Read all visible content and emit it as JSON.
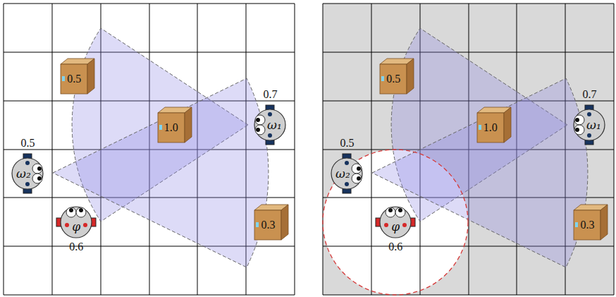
{
  "diagram": {
    "nodes": [
      {
        "text": [
          "0.5"
        ]
      },
      {
        "text": [
          "ω₁",
          "0.7"
        ]
      },
      {
        "text": [
          "1.0"
        ]
      },
      {
        "text": [
          "ω₂",
          "0.5"
        ]
      },
      {
        "text": [
          "0.3"
        ]
      },
      {
        "text": [
          "φ",
          "0.6"
        ]
      },
      {
        "text": [
          "0.5"
        ]
      },
      {
        "text": [
          "ω₁",
          "0.7"
        ]
      },
      {
        "text": [
          "1.0"
        ]
      },
      {
        "text": [
          "ω₂",
          "0.5"
        ]
      },
      {
        "text": [
          "0.3"
        ]
      },
      {
        "text": [
          "φ",
          "0.6"
        ]
      }
    ]
  }
}
